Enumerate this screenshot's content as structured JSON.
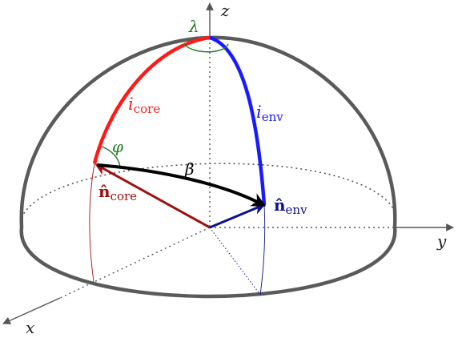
{
  "axes": {
    "x": "x",
    "y": "y",
    "z": "z"
  },
  "labels": {
    "lambda": "λ",
    "phi": "φ",
    "beta": "β",
    "i_core": {
      "base": "i",
      "sub": "core"
    },
    "i_env": {
      "base": "i",
      "sub": "env"
    },
    "n_core": {
      "base": "n̂",
      "sub": "core"
    },
    "n_env": {
      "base": "n̂",
      "sub": "env"
    }
  },
  "colors": {
    "hemisphere": "#5a5a5a",
    "axis": "#555555",
    "core": "#ff1a1a",
    "core_dark": "#a01010",
    "env": "#1a1aff",
    "env_dark": "#101090",
    "angle": "#1f7a1f",
    "black": "#000000"
  }
}
